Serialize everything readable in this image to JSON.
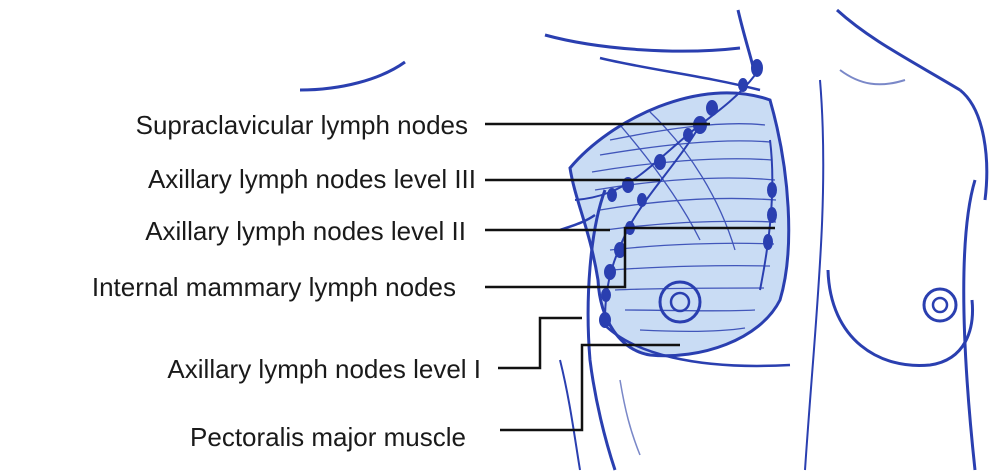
{
  "labels": {
    "supraclavicular": "Supraclavicular lymph nodes",
    "axillary_iii": "Axillary lymph nodes level III",
    "axillary_ii": "Axillary lymph nodes level II",
    "internal_mammary": "Internal mammary lymph nodes",
    "axillary_i": "Axillary lymph nodes level I",
    "pectoralis": "Pectoralis major muscle"
  },
  "colors": {
    "sketch": "#2a3fb0",
    "fill": "#c9dcf4",
    "leader": "#111111",
    "text": "#1a1a1a"
  }
}
